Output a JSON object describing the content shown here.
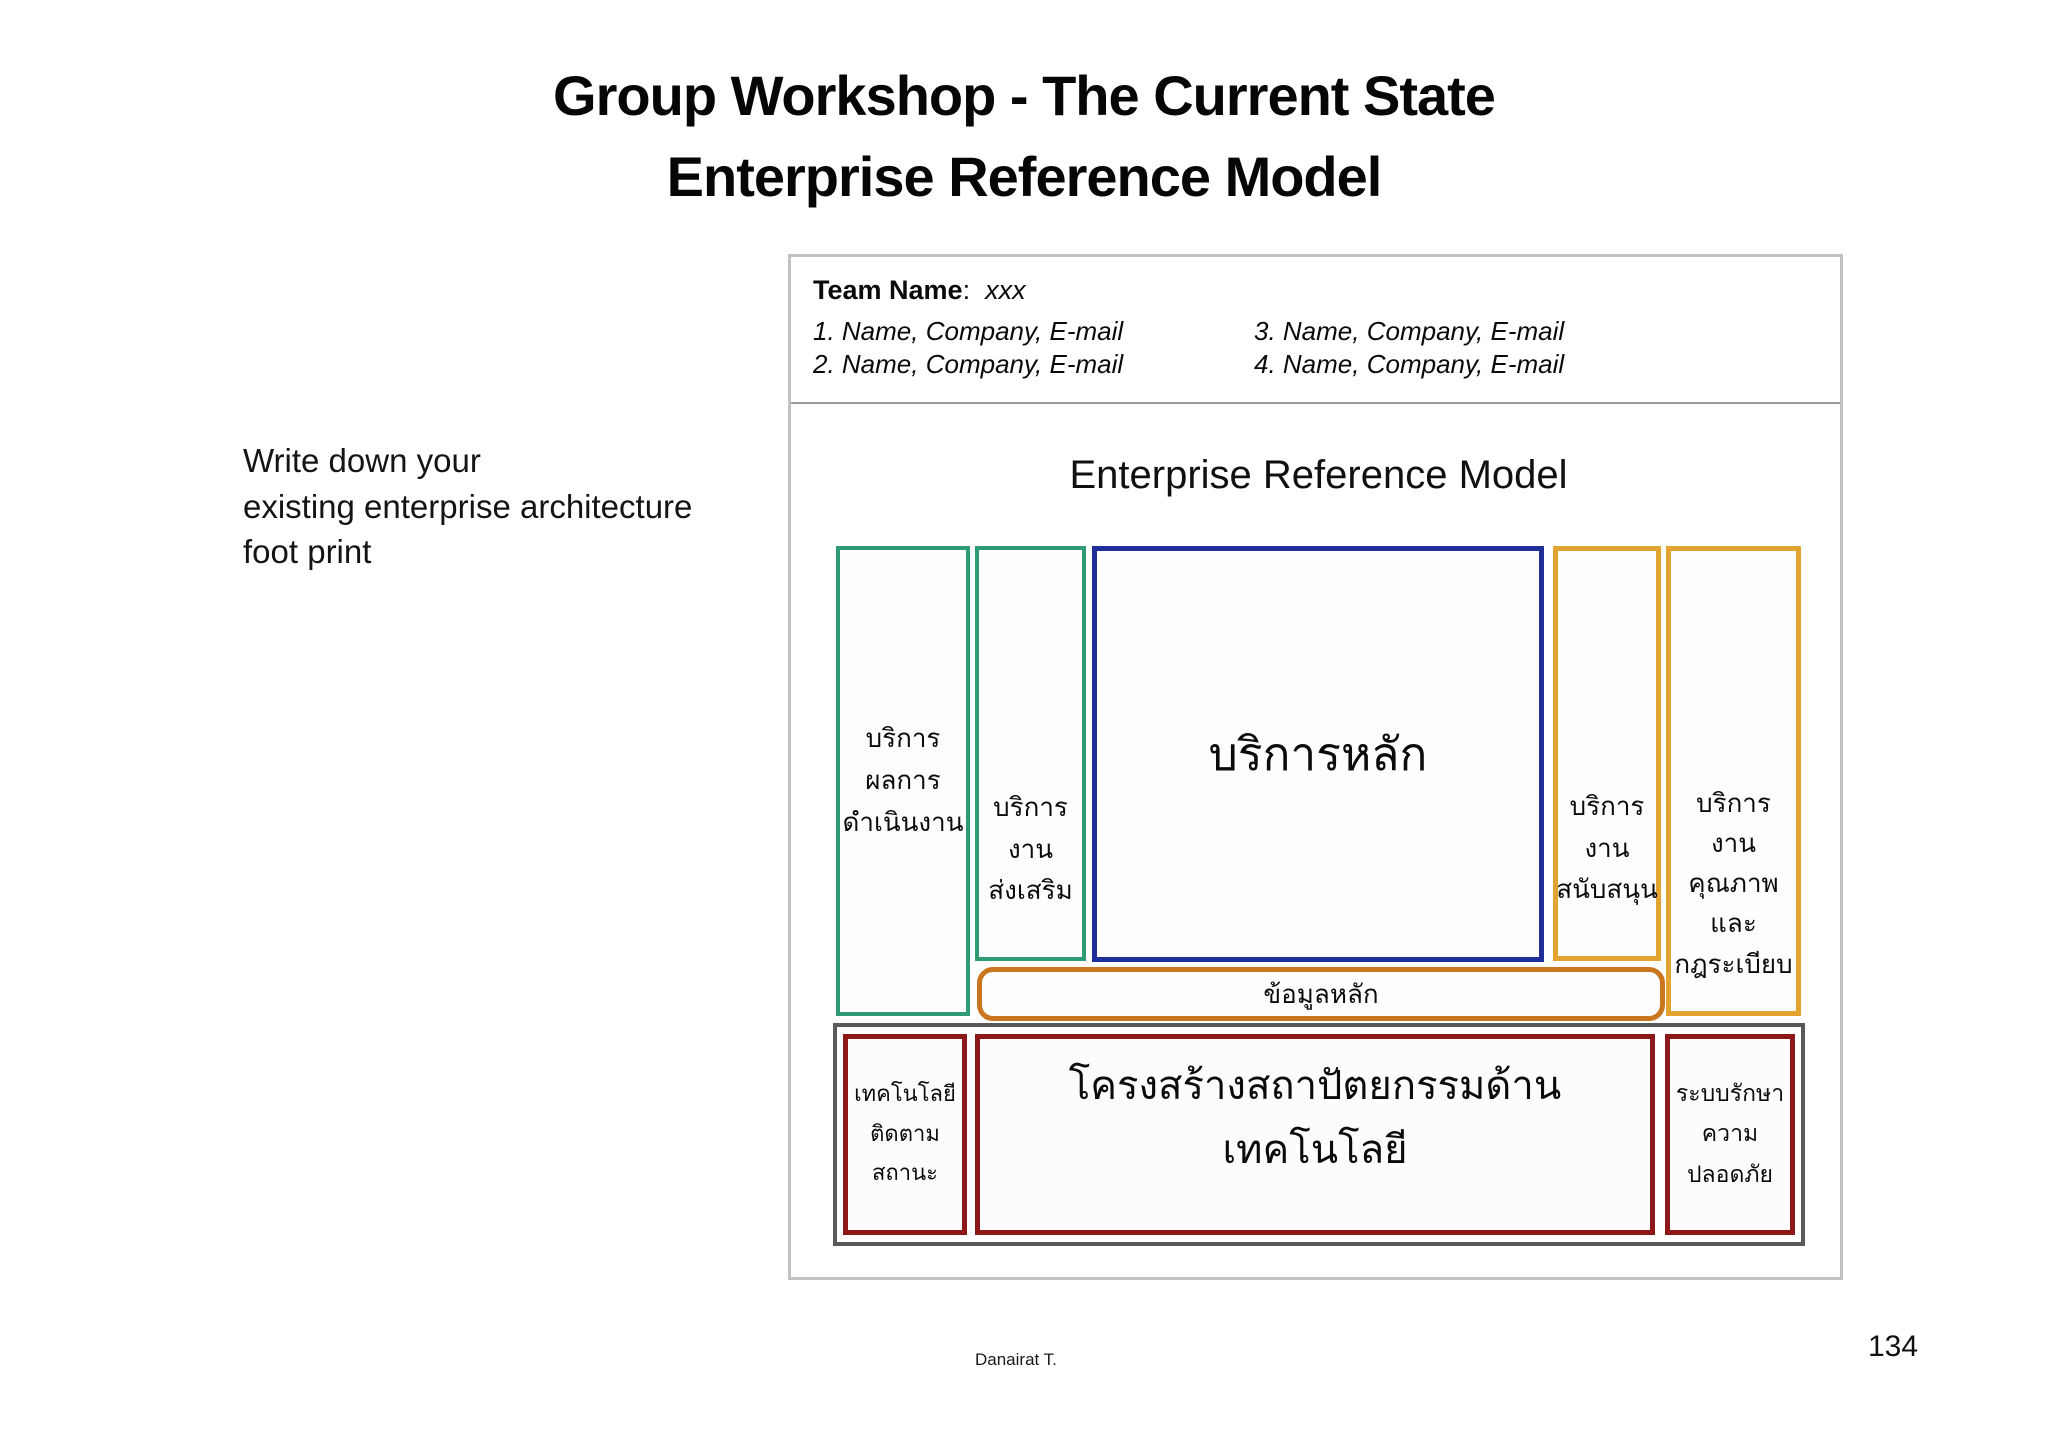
{
  "slide": {
    "title_line1": "Group Workshop - The Current State",
    "title_line2": "Enterprise Reference Model",
    "side_note": "Write down your\nexisting enterprise architecture\nfoot print",
    "footer_author": "Danairat T.",
    "page_number": "134"
  },
  "team_box": {
    "label": "Team Name",
    "separator": ":",
    "value": "xxx",
    "member_1": "1. Name, Company, E-mail",
    "member_2": "2. Name, Company, E-mail",
    "member_3": "3. Name, Company, E-mail",
    "member_4": "4. Name, Company, E-mail"
  },
  "diagram": {
    "heading": "Enterprise Reference Model",
    "performance_services": "บริการ\nผลการ\nดำเนินงาน",
    "promotion_services": "บริการ\nงาน\nส่งเสริม",
    "core_services": "บริการหลัก",
    "support_services": "บริการ\nงาน\nสนับสนุน",
    "quality_regulation_services": "บริการ\nงาน\nคุณภาพ\nและ\nกฎระเบียบ",
    "master_data": "ข้อมูลหลัก",
    "technology_monitoring": "เทคโนโลยี\nติดตาม\nสถานะ",
    "technology_architecture": "โครงสร้างสถาปัตยกรรมด้านเทคโนโลยี",
    "security_system": "ระบบรักษา\nความปลอดภัย"
  },
  "colors": {
    "green_border": "#2F9B72",
    "blue_border": "#1F2E99",
    "amber_border": "#E3A331",
    "orange_border": "#C9761F",
    "dark_red_border": "#8C1818",
    "gray_border": "#58595B",
    "panel_border": "#C2C2C2"
  }
}
